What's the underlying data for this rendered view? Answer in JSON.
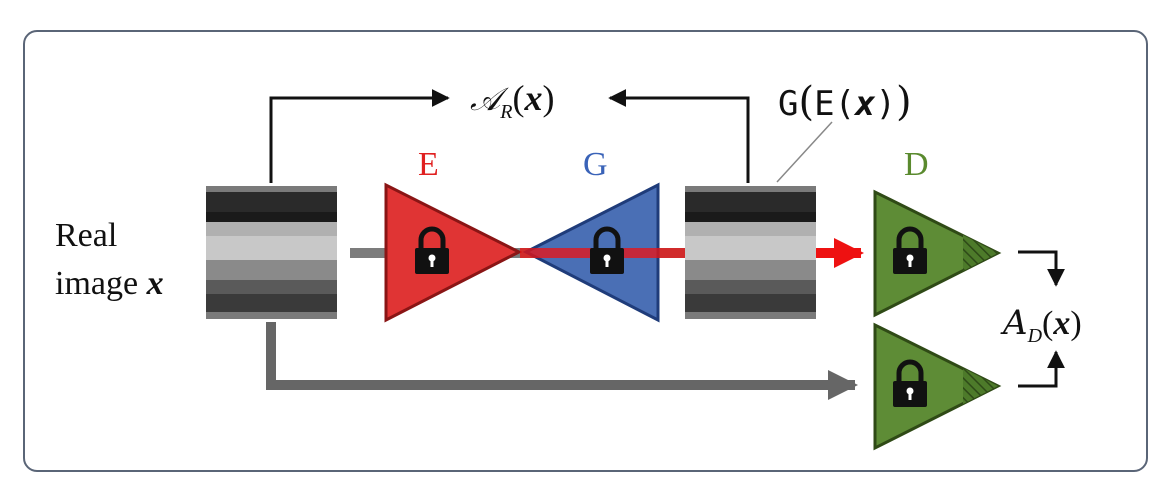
{
  "input": {
    "label_line1": "Real",
    "label_line2": "image",
    "label_symbol": "x"
  },
  "modules": {
    "encoder": {
      "label": "E",
      "color": "#e02020"
    },
    "generator": {
      "label": "G",
      "color": "#3a63b8"
    },
    "discriminator": {
      "label": "D",
      "color": "#5a8a2e"
    }
  },
  "scores": {
    "reconstruction": {
      "symbol": "𝒜",
      "subscript": "R",
      "open": "(",
      "var": "x",
      "close": ")"
    },
    "discriminator": {
      "symbol": "A",
      "subscript": "D",
      "open": "(",
      "var": "x",
      "close": ")"
    }
  },
  "reconstruction_label": {
    "prefix": "G",
    "open": "(",
    "inner_prefix": "E(",
    "var": "x",
    "inner_close": ")",
    "close": ")"
  },
  "icons": [
    "lock-icon",
    "arrow-icon",
    "image-thumbnail"
  ]
}
